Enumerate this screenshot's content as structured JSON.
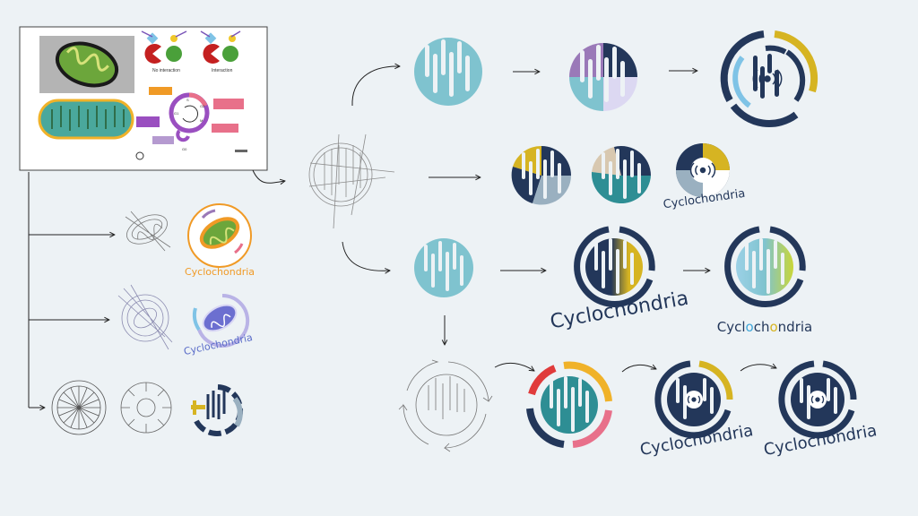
{
  "brand": {
    "name": "Cyclochondria",
    "wordmark_segments": {
      "before": "Cycl",
      "dot_o": "o",
      "middle": "ch",
      "dot_o2": "o",
      "after": "ndria"
    }
  },
  "colors": {
    "background": "#edf2f5",
    "navy": "#23375a",
    "teal": "#2e8e94",
    "light_teal": "#7fc3cf",
    "sky": "#9cd1e6",
    "yellow": "#d6b422",
    "lime": "#c9d638",
    "orange": "#f09a26",
    "purple": "#9a79b8",
    "lavender": "#b9b3e6",
    "pink": "#e8708a",
    "red": "#e03b3b",
    "green": "#6ca63b",
    "sketch": "#9a9a9a",
    "arrow": "#222222"
  },
  "reference_board": {
    "diagram_labels": [
      "No interaction",
      "Interaction"
    ],
    "cycle_phases": [
      "G1",
      "S",
      "G2",
      "M",
      "G0"
    ]
  },
  "icons": [
    "mitochondrion-diagram-icon",
    "cell-cycle-diagram-icon",
    "pacman-icon",
    "sound-wave-icon",
    "cycle-arrows-icon"
  ]
}
